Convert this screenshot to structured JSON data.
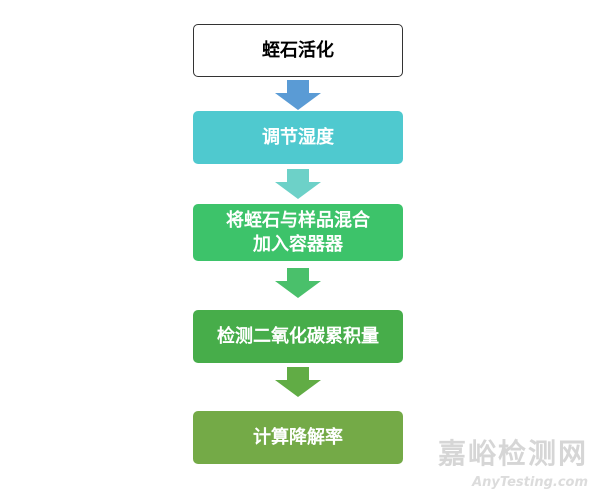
{
  "steps": [
    {
      "label": "蛭石活化",
      "fill": "#ffffff",
      "border": "#333333",
      "text_color": "#000000"
    },
    {
      "label": "调节湿度",
      "fill": "#4fc9cf",
      "border": "#4fc9cf",
      "text_color": "#ffffff"
    },
    {
      "label": "将蛭石与样品混合\n加入容器器",
      "fill": "#3dc36a",
      "border": "#3dc36a",
      "text_color": "#ffffff"
    },
    {
      "label": "检测二氧化碳累积量",
      "fill": "#47ad4a",
      "border": "#47ad4a",
      "text_color": "#ffffff"
    },
    {
      "label": "计算降解率",
      "fill": "#74aa47",
      "border": "#74aa47",
      "text_color": "#ffffff"
    }
  ],
  "arrows": [
    {
      "color": "#5a9bd5"
    },
    {
      "color": "#6dd1c8"
    },
    {
      "color": "#4ac06b"
    },
    {
      "color": "#61ac45"
    }
  ],
  "watermark": {
    "cn": "嘉峪检测网",
    "en": "AnyTesting.com"
  }
}
